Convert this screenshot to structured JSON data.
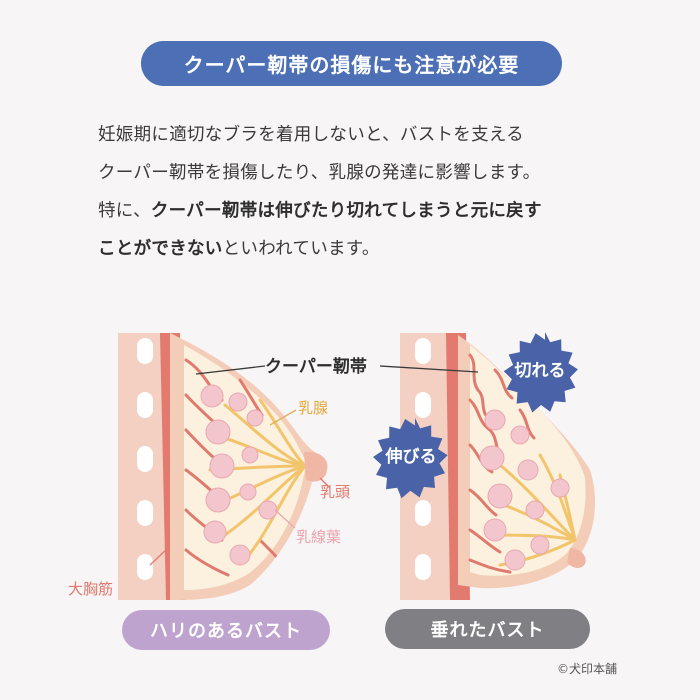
{
  "header": {
    "title": "クーパー靭帯の損傷にも注意が必要"
  },
  "body": {
    "line1": "妊娠期に適切なブラを着用しないと、バストを支える",
    "line2": "クーパー靭帯を損傷したり、乳腺の発達に影響します。",
    "line3_normal": "特に、",
    "line3_bold": "クーパー靭帯は伸びたり切れてしまうと元に戻す",
    "line4_bold": "ことができない",
    "line4_normal": "といわれています。"
  },
  "labels": {
    "cooper_ligament": "クーパー靭帯",
    "mammary_gland": "乳腺",
    "nipple": "乳頭",
    "lobule": "乳線葉",
    "pectoral_muscle": "大胸筋",
    "torn": "切れる",
    "stretched": "伸びる"
  },
  "captions": {
    "left": "ハリのあるバスト",
    "right": "垂れたバスト"
  },
  "copyright": "©犬印本舗",
  "colors": {
    "title_bg": "#4d6fb5",
    "left_caption_bg": "#bfa3cf",
    "right_caption_bg": "#7f7f84",
    "starburst": "#4a63a8",
    "ligament_red": "#e07a6e",
    "gland_yellow": "#f2c46b",
    "skin": "#f3cbb8",
    "lobule_pink": "#f2c6cc"
  }
}
